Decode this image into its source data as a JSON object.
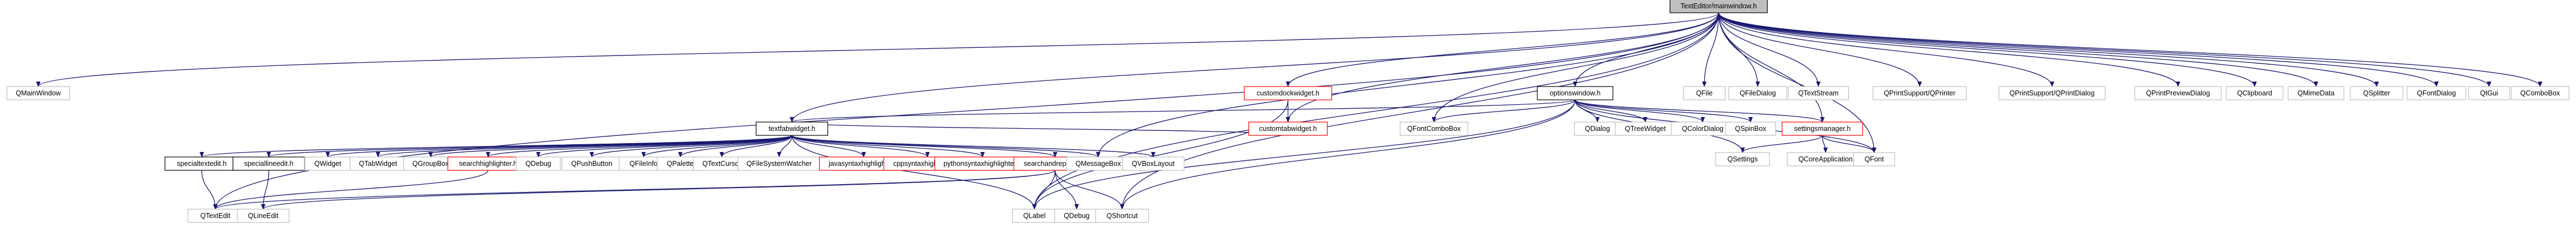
{
  "graph": {
    "colors": {
      "edge": "#191970",
      "arrowhead": "#191970",
      "node_fill": "#ffffff",
      "node_border": "#bfbfbf",
      "file_node_border": "#ff0000",
      "root_fill": "#bfbfbf",
      "root_border": "#000000",
      "internal_border": "#000000"
    },
    "nodes": [
      {
        "id": "root",
        "label": "TextEditor/mainwindow.h",
        "kind": "root"
      },
      {
        "id": "QMainWindow",
        "label": "QMainWindow",
        "kind": "external"
      },
      {
        "id": "customdockwidget",
        "label": "customdockwidget.h",
        "kind": "file"
      },
      {
        "id": "customtabwidget",
        "label": "customtabwidget.h",
        "kind": "file"
      },
      {
        "id": "optionswindow",
        "label": "optionswindow.h",
        "kind": "internal"
      },
      {
        "id": "QFile",
        "label": "QFile",
        "kind": "external"
      },
      {
        "id": "QFileDialog",
        "label": "QFileDialog",
        "kind": "external"
      },
      {
        "id": "QTextStream",
        "label": "QTextStream",
        "kind": "external"
      },
      {
        "id": "QPrinter",
        "label": "QPrintSupport/QPrinter",
        "kind": "external"
      },
      {
        "id": "QPrintDialog",
        "label": "QPrintSupport/QPrintDialog",
        "kind": "external"
      },
      {
        "id": "QPrintPreviewDialog",
        "label": "QPrintPreviewDialog",
        "kind": "external"
      },
      {
        "id": "QClipboard",
        "label": "QClipboard",
        "kind": "external"
      },
      {
        "id": "QMimeData",
        "label": "QMimeData",
        "kind": "external"
      },
      {
        "id": "QSplitter",
        "label": "QSplitter",
        "kind": "external"
      },
      {
        "id": "QFontDialog",
        "label": "QFontDialog",
        "kind": "external"
      },
      {
        "id": "QtGui",
        "label": "QtGui",
        "kind": "external"
      },
      {
        "id": "QComboBox",
        "label": "QComboBox",
        "kind": "external"
      },
      {
        "id": "textfabwidget",
        "label": "textfabwidget.h",
        "kind": "internal"
      },
      {
        "id": "QFontComboBox",
        "label": "QFontComboBox",
        "kind": "external"
      },
      {
        "id": "QDialog",
        "label": "QDialog",
        "kind": "external"
      },
      {
        "id": "QTreeWidget",
        "label": "QTreeWidget",
        "kind": "external"
      },
      {
        "id": "QColorDialog",
        "label": "QColorDialog",
        "kind": "external"
      },
      {
        "id": "QSpinBox",
        "label": "QSpinBox",
        "kind": "external"
      },
      {
        "id": "settingsmanager",
        "label": "settingsmanager.h",
        "kind": "file"
      },
      {
        "id": "QSettings",
        "label": "QSettings",
        "kind": "external"
      },
      {
        "id": "QCoreApplication",
        "label": "QCoreApplication",
        "kind": "external"
      },
      {
        "id": "QFont",
        "label": "QFont",
        "kind": "external"
      },
      {
        "id": "specialtextedit",
        "label": "specialtextedit.h",
        "kind": "internal"
      },
      {
        "id": "speciallineedit",
        "label": "speciallineedit.h",
        "kind": "internal"
      },
      {
        "id": "QWidget",
        "label": "QWidget",
        "kind": "external"
      },
      {
        "id": "QTabWidget",
        "label": "QTabWidget",
        "kind": "external"
      },
      {
        "id": "QGroupBox",
        "label": "QGroupBox",
        "kind": "external"
      },
      {
        "id": "searchhighlighter",
        "label": "searchhighlighter.h",
        "kind": "file"
      },
      {
        "id": "QDebug_mid",
        "label": "QDebug",
        "kind": "external"
      },
      {
        "id": "QPushButton",
        "label": "QPushButton",
        "kind": "external"
      },
      {
        "id": "QFileInfo",
        "label": "QFileInfo",
        "kind": "external"
      },
      {
        "id": "QPalette",
        "label": "QPalette",
        "kind": "external"
      },
      {
        "id": "QTextCursor",
        "label": "QTextCursor",
        "kind": "external"
      },
      {
        "id": "QFileSystemWatcher",
        "label": "QFileSystemWatcher",
        "kind": "external"
      },
      {
        "id": "javasyntaxhighlighter",
        "label": "javasyntaxhighlighter.h",
        "kind": "file"
      },
      {
        "id": "cppsyntaxhighlighter",
        "label": "cppsyntaxhighlighter.h",
        "kind": "file"
      },
      {
        "id": "pythonsyntaxhighlighter",
        "label": "pythonsyntaxhighlighter.h",
        "kind": "file"
      },
      {
        "id": "searchandreplacer",
        "label": "searchandreplacer.h",
        "kind": "file"
      },
      {
        "id": "QMessageBox",
        "label": "QMessageBox",
        "kind": "external"
      },
      {
        "id": "QVBoxLayout",
        "label": "QVBoxLayout",
        "kind": "external"
      },
      {
        "id": "QTextEdit",
        "label": "QTextEdit",
        "kind": "external"
      },
      {
        "id": "QLineEdit",
        "label": "QLineEdit",
        "kind": "external"
      },
      {
        "id": "QLabel",
        "label": "QLabel",
        "kind": "external"
      },
      {
        "id": "QDebug",
        "label": "QDebug",
        "kind": "external"
      },
      {
        "id": "QShortcut",
        "label": "QShortcut",
        "kind": "external"
      }
    ],
    "edges": [
      [
        "root",
        "QMainWindow"
      ],
      [
        "root",
        "customdockwidget"
      ],
      [
        "root",
        "customtabwidget"
      ],
      [
        "root",
        "optionswindow"
      ],
      [
        "root",
        "QFile"
      ],
      [
        "root",
        "QFileDialog"
      ],
      [
        "root",
        "QTextStream"
      ],
      [
        "root",
        "QPrinter"
      ],
      [
        "root",
        "QPrintDialog"
      ],
      [
        "root",
        "QPrintPreviewDialog"
      ],
      [
        "root",
        "QClipboard"
      ],
      [
        "root",
        "QMimeData"
      ],
      [
        "root",
        "QSplitter"
      ],
      [
        "root",
        "QFontDialog"
      ],
      [
        "root",
        "QtGui"
      ],
      [
        "root",
        "QComboBox"
      ],
      [
        "root",
        "textfabwidget"
      ],
      [
        "root",
        "QFontComboBox"
      ],
      [
        "root",
        "settingsmanager"
      ],
      [
        "root",
        "QFont"
      ],
      [
        "root",
        "QMessageBox"
      ],
      [
        "root",
        "QLabel"
      ],
      [
        "root",
        "QShortcut"
      ],
      [
        "root",
        "QTextEdit"
      ],
      [
        "customdockwidget",
        "customtabwidget"
      ],
      [
        "customdockwidget",
        "QLabel"
      ],
      [
        "customtabwidget",
        "textfabwidget"
      ],
      [
        "optionswindow",
        "QFontComboBox"
      ],
      [
        "optionswindow",
        "QDialog"
      ],
      [
        "optionswindow",
        "QTreeWidget"
      ],
      [
        "optionswindow",
        "QColorDialog"
      ],
      [
        "optionswindow",
        "QSpinBox"
      ],
      [
        "optionswindow",
        "settingsmanager"
      ],
      [
        "optionswindow",
        "QSettings"
      ],
      [
        "optionswindow",
        "QFont"
      ],
      [
        "optionswindow",
        "textfabwidget"
      ],
      [
        "optionswindow",
        "QLabel"
      ],
      [
        "optionswindow",
        "QShortcut"
      ],
      [
        "settingsmanager",
        "QSettings"
      ],
      [
        "settingsmanager",
        "QCoreApplication"
      ],
      [
        "settingsmanager",
        "QFont"
      ],
      [
        "textfabwidget",
        "specialtextedit"
      ],
      [
        "textfabwidget",
        "speciallineedit"
      ],
      [
        "textfabwidget",
        "QWidget"
      ],
      [
        "textfabwidget",
        "QTabWidget"
      ],
      [
        "textfabwidget",
        "QGroupBox"
      ],
      [
        "textfabwidget",
        "searchhighlighter"
      ],
      [
        "textfabwidget",
        "QDebug_mid"
      ],
      [
        "textfabwidget",
        "QPushButton"
      ],
      [
        "textfabwidget",
        "QFileInfo"
      ],
      [
        "textfabwidget",
        "QPalette"
      ],
      [
        "textfabwidget",
        "QTextCursor"
      ],
      [
        "textfabwidget",
        "QFileSystemWatcher"
      ],
      [
        "textfabwidget",
        "javasyntaxhighlighter"
      ],
      [
        "textfabwidget",
        "cppsyntaxhighlighter"
      ],
      [
        "textfabwidget",
        "pythonsyntaxhighlighter"
      ],
      [
        "textfabwidget",
        "searchandreplacer"
      ],
      [
        "textfabwidget",
        "QMessageBox"
      ],
      [
        "textfabwidget",
        "QVBoxLayout"
      ],
      [
        "textfabwidget",
        "QLabel"
      ],
      [
        "specialtextedit",
        "QTextEdit"
      ],
      [
        "speciallineedit",
        "QLineEdit"
      ],
      [
        "searchhighlighter",
        "QTextEdit"
      ],
      [
        "searchandreplacer",
        "QTextEdit"
      ],
      [
        "searchandreplacer",
        "QLineEdit"
      ],
      [
        "searchandreplacer",
        "QLabel"
      ],
      [
        "searchandreplacer",
        "QDebug"
      ],
      [
        "searchandreplacer",
        "QShortcut"
      ]
    ]
  }
}
